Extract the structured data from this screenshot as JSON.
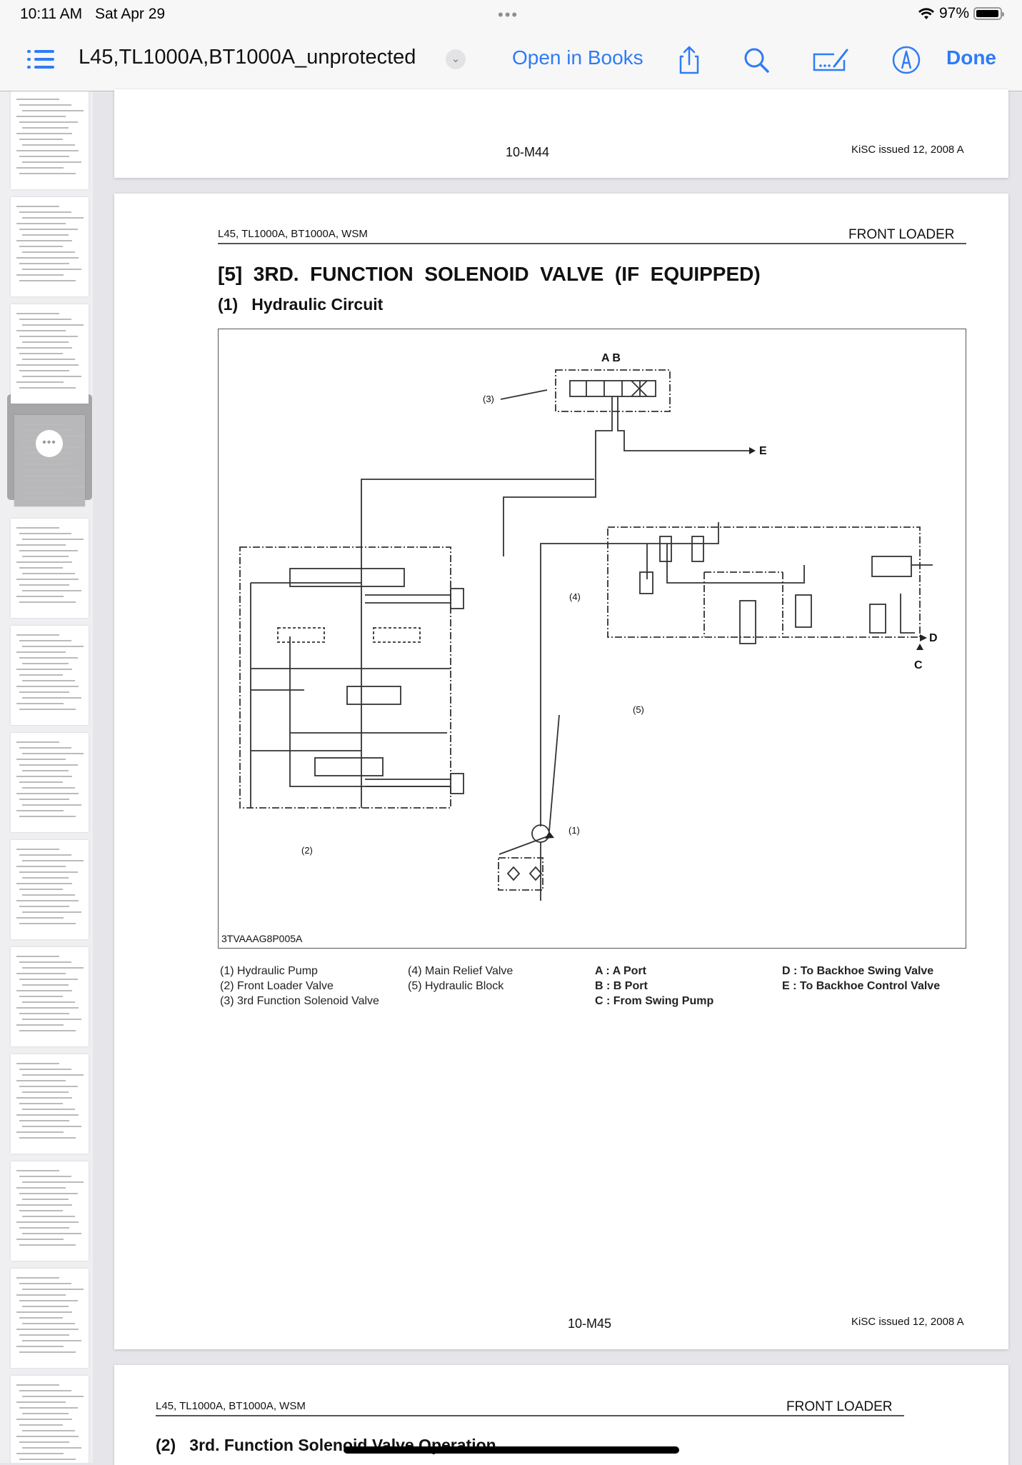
{
  "status_bar": {
    "time": "10:11 AM",
    "date": "Sat Apr 29",
    "battery_percent": "97%",
    "battery_level": 0.97,
    "multitask_indicator": "•••"
  },
  "navbar": {
    "document_title": "L45,TL1000A,BT1000A_unprotected",
    "open_in_books": "Open in Books",
    "done": "Done",
    "icons": [
      "list-icon",
      "chevron-down-icon",
      "share-icon",
      "search-icon",
      "signature-icon",
      "markup-icon"
    ]
  },
  "sidebar": {
    "selected_index": 3,
    "more_label": "•••",
    "thumbnail_count": 13,
    "servicing_title": "SERVICING"
  },
  "pages": {
    "prev": {
      "page_number": "10-M44",
      "issue": "KiSC issued 12, 2008 A"
    },
    "current": {
      "header_left": "L45, TL1000A, BT1000A, WSM",
      "header_right": "FRONT  LOADER",
      "section_title": "[5]  3RD.  FUNCTION  SOLENOID  VALVE  (IF  EQUIPPED)",
      "subsection_title": "(1)   Hydraulic Circuit",
      "figure_id": "3TVAAAG8P005A",
      "diagram_labels": {
        "ab": "A B",
        "e": "E",
        "d": "D",
        "c": "C",
        "n1": "(1)",
        "n2": "(2)",
        "n3": "(3)",
        "n4": "(4)",
        "n5": "(5)"
      },
      "legend_col1": [
        "(1)  Hydraulic Pump",
        "(2)  Front Loader Valve",
        "(3)  3rd Function Solenoid Valve"
      ],
      "legend_col2": [
        "(4)  Main Relief Valve",
        "(5)  Hydraulic Block"
      ],
      "legend_col3": [
        "A :  A Port",
        "B :  B Port",
        "C :  From Swing Pump"
      ],
      "legend_col4": [
        "D :  To Backhoe Swing Valve",
        "E :  To Backhoe Control Valve"
      ],
      "page_number": "10-M45",
      "issue": "KiSC issued 12, 2008 A"
    },
    "next": {
      "header_left": "L45, TL1000A, BT1000A, WSM",
      "header_right": "FRONT  LOADER",
      "subsection_title": "(2)   3rd. Function Solenoid Valve Operation"
    }
  }
}
